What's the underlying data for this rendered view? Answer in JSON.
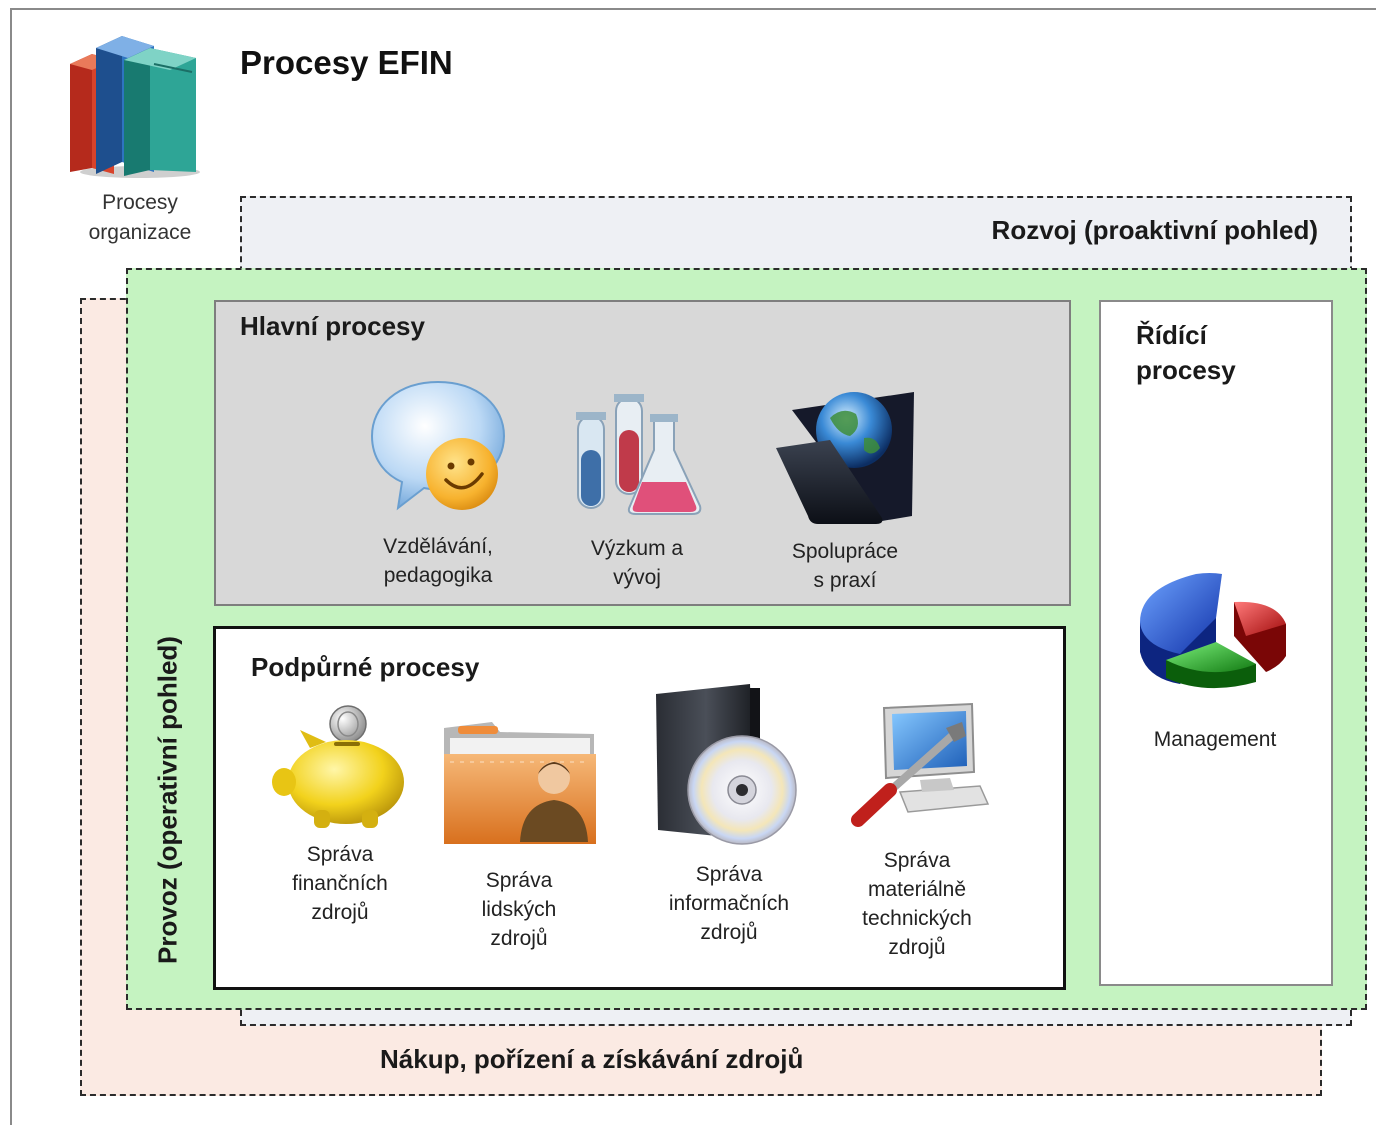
{
  "title": "Procesy EFIN",
  "organization": {
    "label_line1": "Procesy",
    "label_line2": "organizace",
    "icon": "books-icon"
  },
  "zones": {
    "development": "Rozvoj (proaktivní pohled)",
    "operations": "Provoz (operativní pohled)",
    "purchase": "Nákup, pořízení a získávání zdrojů"
  },
  "main_processes": {
    "title": "Hlavní procesy",
    "items": [
      {
        "line1": "Vzdělávání,",
        "line2": "pedagogika",
        "icon": "speech-bubble-smiley-icon"
      },
      {
        "line1": "Výzkum a",
        "line2": "vývoj",
        "icon": "test-tubes-flask-icon"
      },
      {
        "line1": "Spolupráce",
        "line2": "s praxí",
        "icon": "globe-folder-icon"
      }
    ]
  },
  "support_processes": {
    "title": "Podpůrné procesy",
    "items": [
      {
        "lines": [
          "Správa",
          "finančních",
          "zdrojů"
        ],
        "icon": "piggy-bank-icon"
      },
      {
        "lines": [
          "Správa",
          "lidských",
          "zdrojů"
        ],
        "icon": "user-folder-icon"
      },
      {
        "lines": [
          "Správa",
          "informačních",
          "zdrojů"
        ],
        "icon": "cd-case-icon"
      },
      {
        "lines": [
          "Správa",
          "materiálně",
          "technických",
          "zdrojů"
        ],
        "icon": "computer-tools-icon"
      }
    ]
  },
  "control_processes": {
    "title_line1": "Řídící",
    "title_line2": "procesy",
    "items": [
      {
        "label": "Management",
        "icon": "pie-chart-icon"
      }
    ]
  },
  "colors": {
    "development_bg": "#eef0f4",
    "operations_bg": "#c5f3c1",
    "purchase_bg": "#fbeae3",
    "main_box_bg": "#d8d8d8"
  }
}
